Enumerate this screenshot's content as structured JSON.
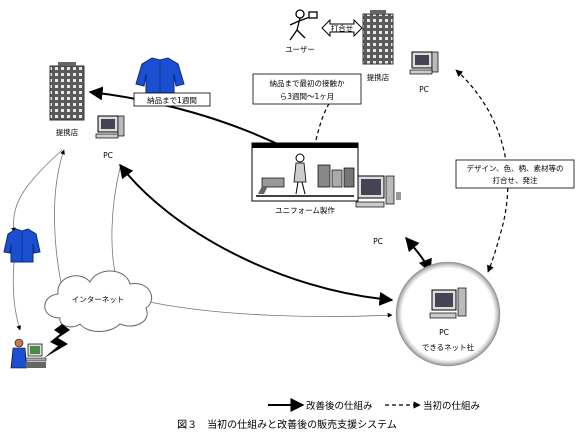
{
  "nodes": {
    "user_label": "ユーザー",
    "partner_store_top": "提携店",
    "partner_store_left": "提携店",
    "pc_top": "PC",
    "pc_left": "PC",
    "pc_center": "PC",
    "pc_bottom": "PC",
    "uniform_maker": "ユニフォーム製作",
    "internet": "インターネット",
    "dekiru_net": "できるネット社"
  },
  "arrows": {
    "meeting": "打合せ",
    "delivery_1week": "納品まで1週間",
    "delivery_old_line1": "納品まで最初の接触か",
    "delivery_old_line2": "ら3週間～1ヶ月",
    "design_line1": "デザイン、色、柄、素材等の",
    "design_line2": "打合せ、発注"
  },
  "legend": {
    "improved": "改善後の仕組み",
    "initial": "当初の仕組み"
  },
  "caption": "図３　当初の仕組みと改善後の販売支援システム",
  "colors": {
    "jacket": "#1a4fd0",
    "jacket_dark": "#0a2a80",
    "building": "#4a4a4a",
    "ring": "#a8a8a8"
  }
}
